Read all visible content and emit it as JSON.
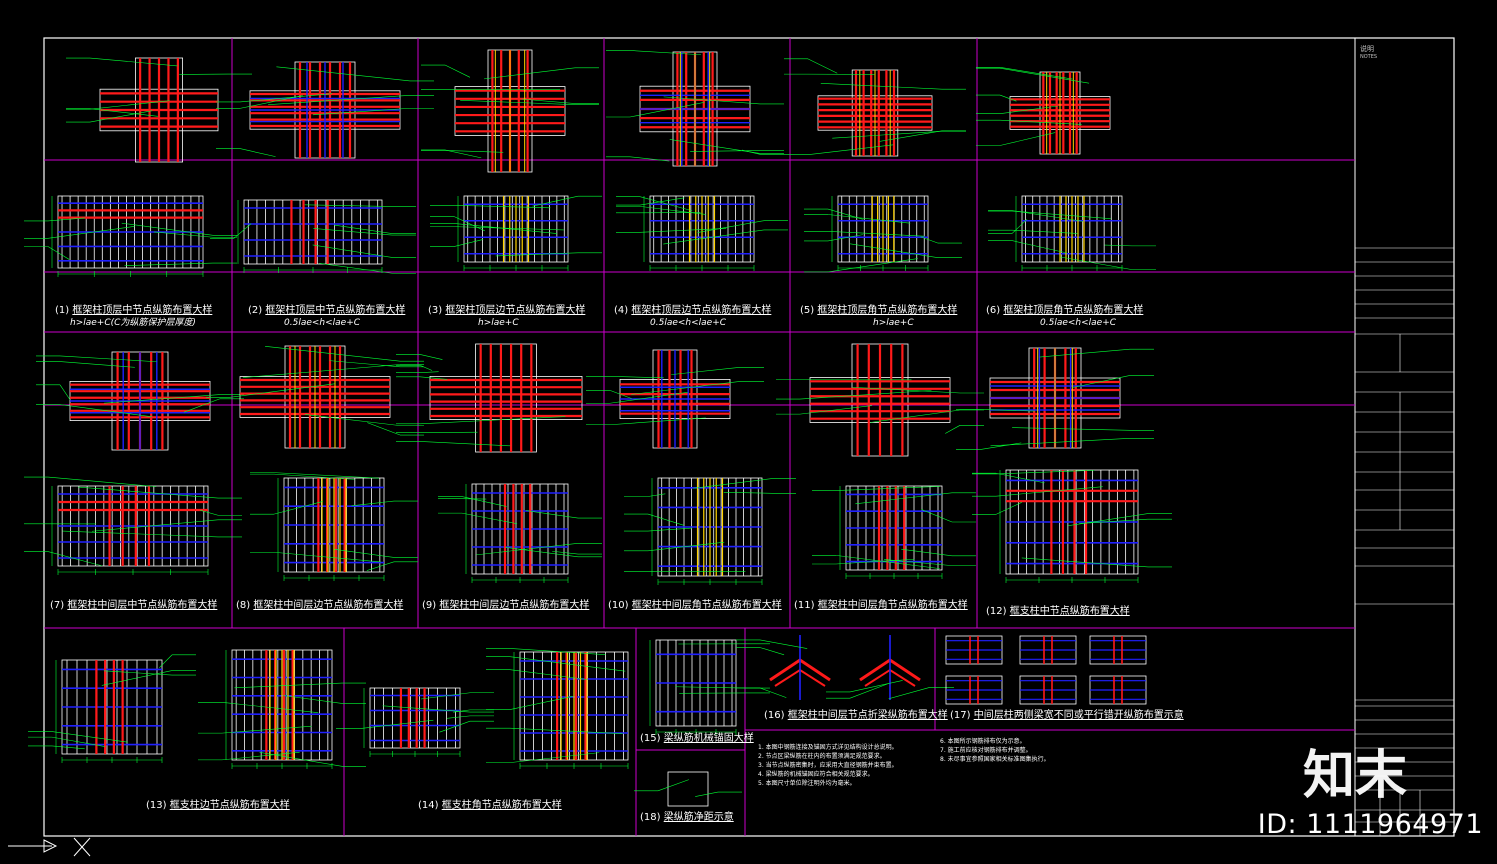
{
  "sheet": {
    "notes_header": "说明",
    "notes_header_en": "NOTES",
    "colors": {
      "background": "#000000",
      "frame": "#ffffff",
      "grid": "#cc00cc",
      "rebar_red": "#ff1a1a",
      "rebar_blue": "#2020ff",
      "rebar_yellow": "#ffd400",
      "dimension_green": "#00ff33",
      "outline_white": "#ffffff"
    }
  },
  "details": [
    {
      "num": "(1)",
      "title": "框架柱顶层中节点纵筋布置大样",
      "sub": "h>lae+C(C为纵筋保护层厚度)"
    },
    {
      "num": "(2)",
      "title": "框架柱顶层中节点纵筋布置大样",
      "sub": "0.5lae<h<lae+C"
    },
    {
      "num": "(3)",
      "title": "框架柱顶层边节点纵筋布置大样",
      "sub": "h>lae+C"
    },
    {
      "num": "(4)",
      "title": "框架柱顶层边节点纵筋布置大样",
      "sub": "0.5lae<h<lae+C"
    },
    {
      "num": "(5)",
      "title": "框架柱顶层角节点纵筋布置大样",
      "sub": "h>lae+C"
    },
    {
      "num": "(6)",
      "title": "框架柱顶层角节点纵筋布置大样",
      "sub": "0.5lae<h<lae+C"
    },
    {
      "num": "(7)",
      "title": "框架柱中间层中节点纵筋布置大样",
      "sub": ""
    },
    {
      "num": "(8)",
      "title": "框架柱中间层边节点纵筋布置大样",
      "sub": ""
    },
    {
      "num": "(9)",
      "title": "框架柱中间层边节点纵筋布置大样",
      "sub": ""
    },
    {
      "num": "(10)",
      "title": "框架柱中间层角节点纵筋布置大样",
      "sub": ""
    },
    {
      "num": "(11)",
      "title": "框架柱中间层角节点纵筋布置大样",
      "sub": ""
    },
    {
      "num": "(12)",
      "title": "框支柱中节点纵筋布置大样",
      "sub": ""
    },
    {
      "num": "(13)",
      "title": "框支柱边节点纵筋布置大样",
      "sub": ""
    },
    {
      "num": "(14)",
      "title": "框支柱角节点纵筋布置大样",
      "sub": ""
    },
    {
      "num": "(15)",
      "title": "梁纵筋机械锚固大样",
      "sub": ""
    },
    {
      "num": "(16)",
      "title": "框架柱中间层节点折梁纵筋布置大样",
      "sub": ""
    },
    {
      "num": "(17)",
      "title": "中间层柱两侧梁宽不同或平行错开纵筋布置示意",
      "sub": ""
    },
    {
      "num": "(18)",
      "title": "梁纵筋净距示意",
      "sub": ""
    }
  ],
  "notes": [
    "1. 本图中钢筋连接及锚固方式详见结构设计总说明。",
    "2. 节点区梁纵筋在柱内的布置须满足规范要求。",
    "3. 当节点纵筋密集时，应采用大直径钢筋并束布置。",
    "4. 梁纵筋的机械锚固应符合相关规范要求。",
    "5. 本图尺寸单位除注明外均为毫米。",
    "6. 本图所示钢筋排布仅为示意。",
    "7. 施工前应核对钢筋排布并调整。",
    "8. 未尽事宜参照国家相关标准图集执行。"
  ],
  "watermark": {
    "logo": "知末",
    "id_text": "ID: 1111964971"
  }
}
